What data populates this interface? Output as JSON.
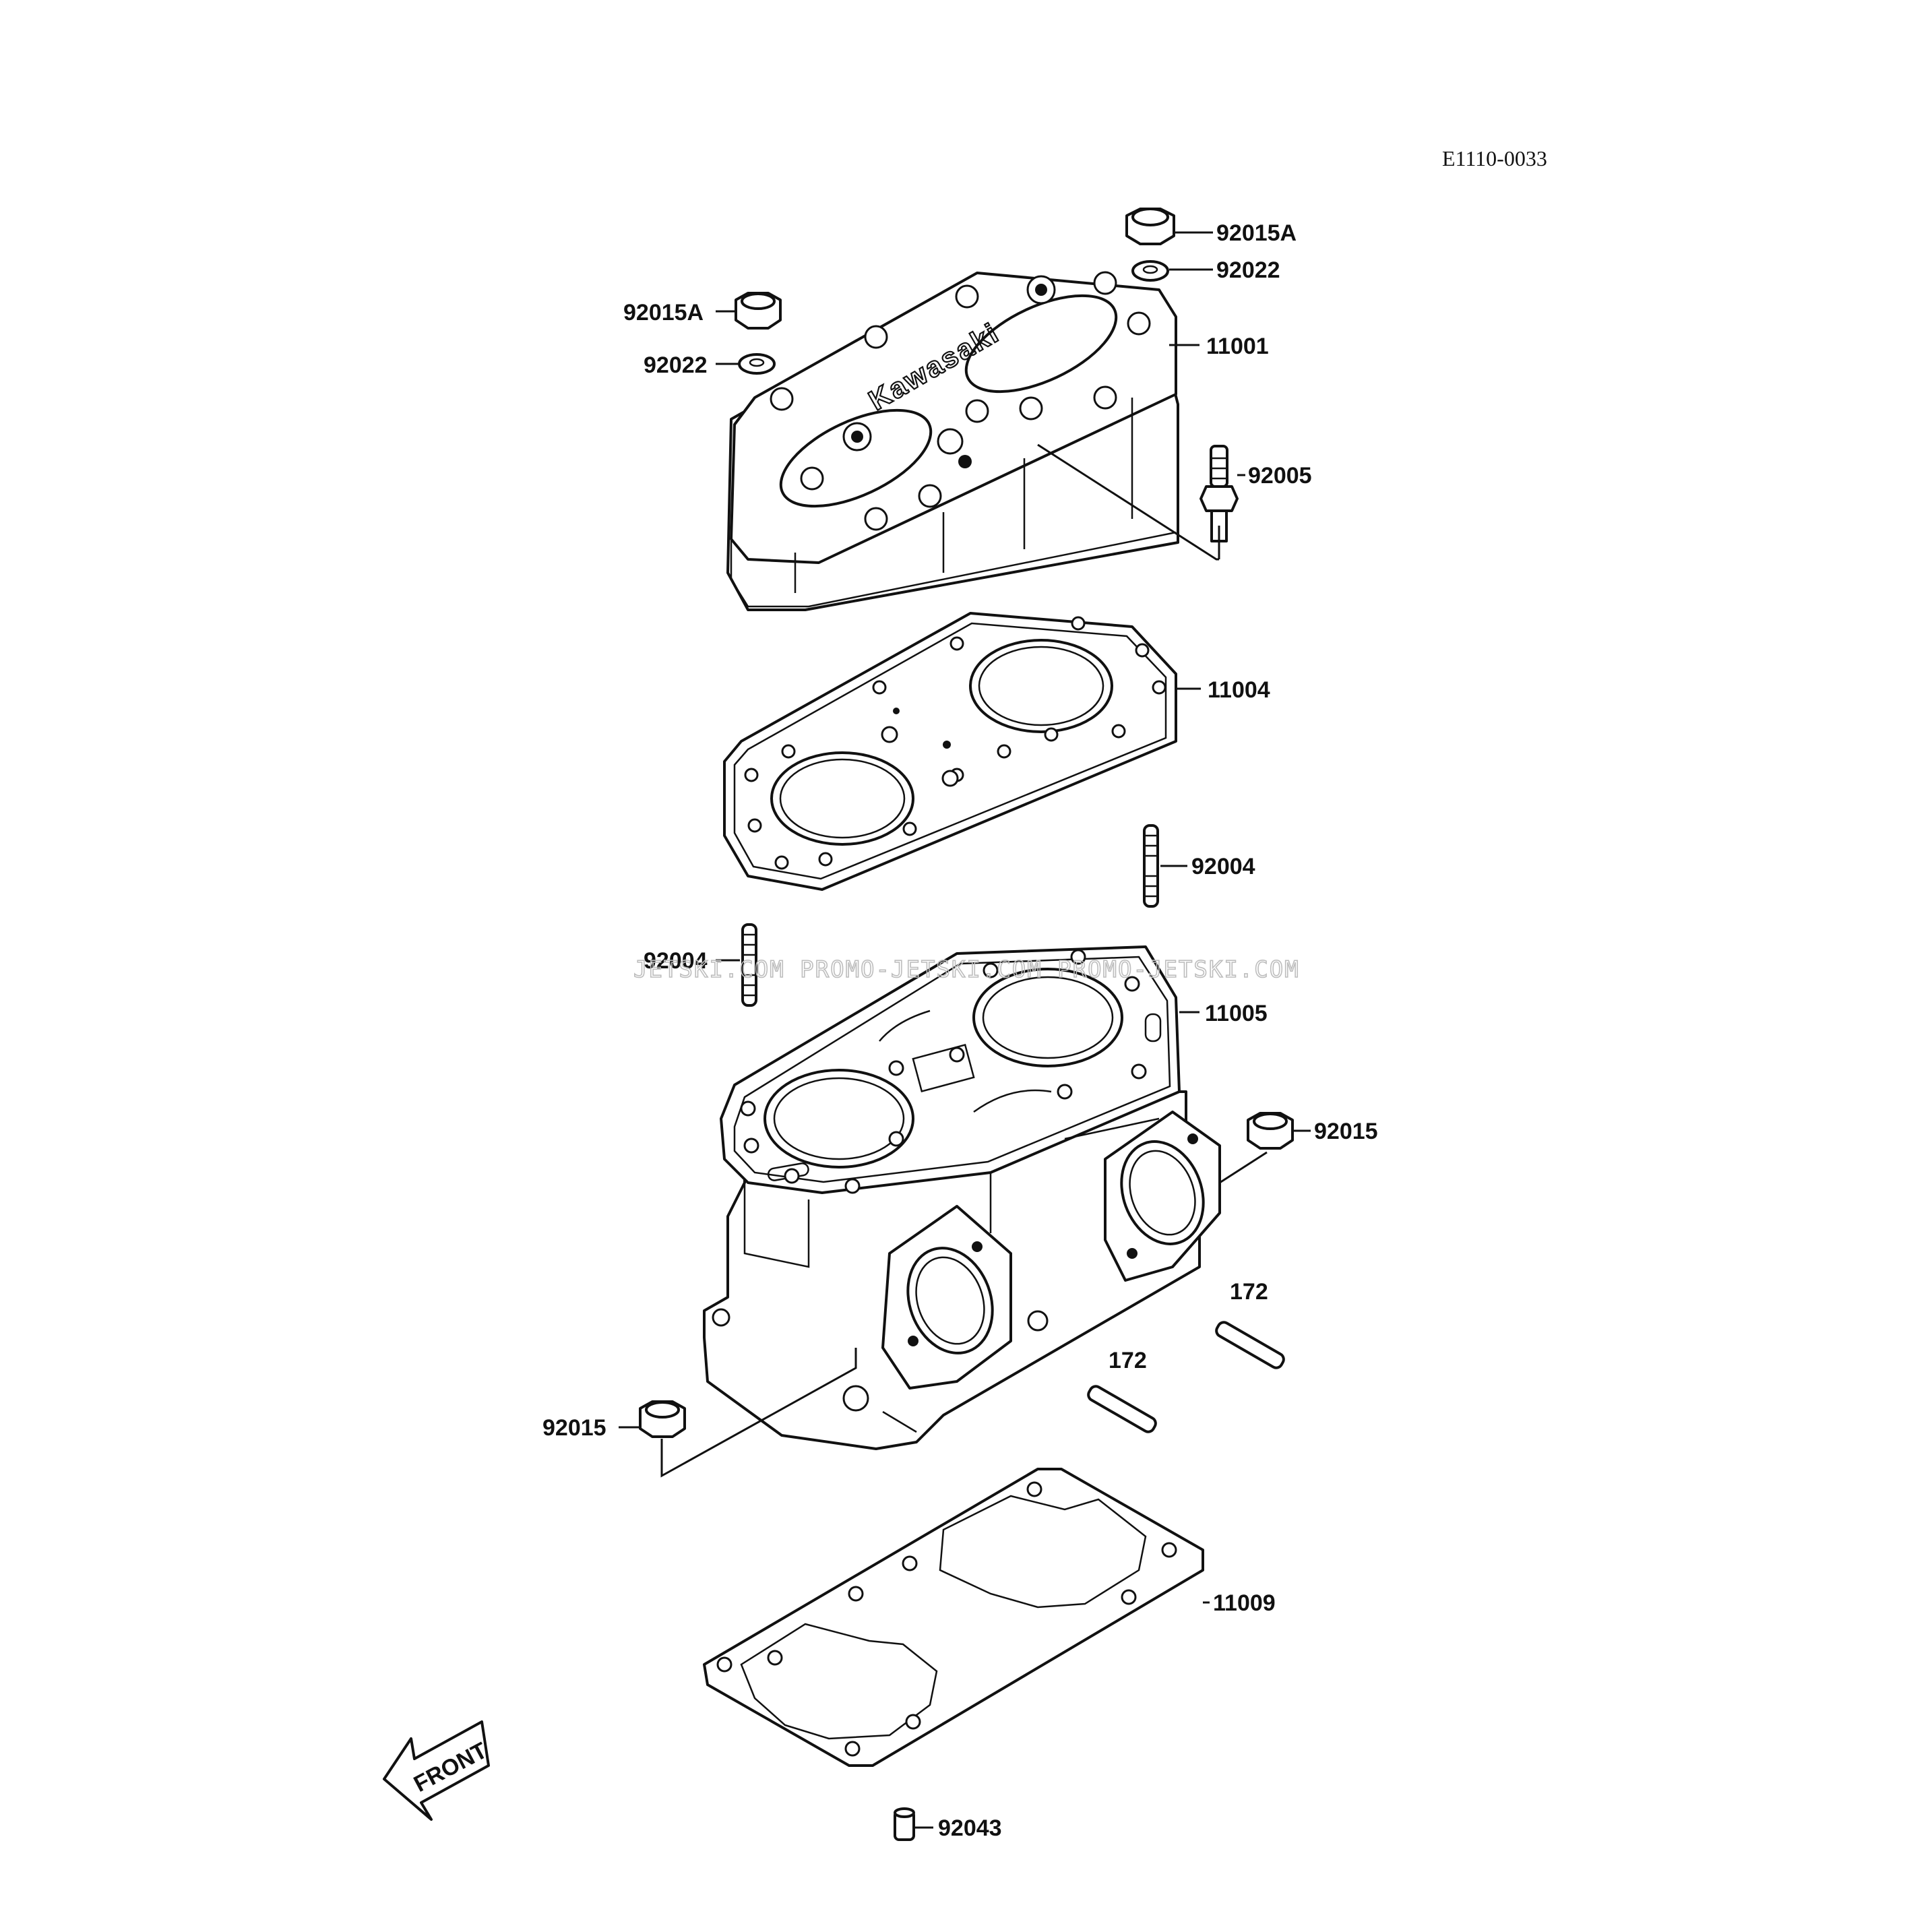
{
  "diagram_ref": "E1110-0033",
  "watermark": "JETSKI.COM   PROMO-JETSKI.COM   PROMO-JETSKI.COM",
  "head_logo": "Kawasaki",
  "front_label": "FRONT",
  "callouts": {
    "nut_top_right": "92015A",
    "washer_top_right": "92022",
    "nut_top_left": "92015A",
    "washer_top_left": "92022",
    "cylinder_head": "11001",
    "spark_plug": "92005",
    "head_gasket": "11004",
    "stud_right": "92004",
    "stud_left": "92004",
    "cylinder": "11005",
    "nut_right": "92015",
    "stud_172_right": "172",
    "stud_172_left": "172",
    "nut_left": "92015",
    "base_gasket": "11009",
    "dowel_pin": "92043"
  }
}
